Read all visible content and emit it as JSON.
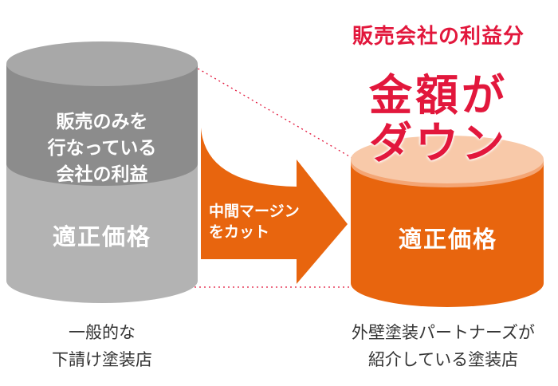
{
  "left_cylinder": {
    "upper_text": "販売のみを\n行なっている\n会社の利益",
    "lower_text": "適正価格"
  },
  "arrow": {
    "text": "中間マージン\nをカット"
  },
  "right_cylinder": {
    "lower_text": "適正価格"
  },
  "headline": {
    "subtitle": "販売会社の利益分",
    "title": "金額が\nダウン"
  },
  "captions": {
    "left": "一般的な\n下請け塗装店",
    "right": "外壁塗装パートナーズが\n紹介している塗装店"
  },
  "colors": {
    "left_top": "#8c8c8c",
    "left_bottom": "#b3b3b3",
    "orange": "#e8650e",
    "right_top": "#f8c9a9",
    "headline_red": "#e2173c"
  }
}
